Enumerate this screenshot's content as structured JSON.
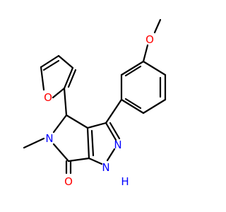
{
  "molecule": {
    "atoms": {
      "methoxy_oxygen": "O",
      "furan_oxygen": "O",
      "ring_nitrogen": "N",
      "pyrazole_nitrogen": "N",
      "pyrazole_nh": "N",
      "nh_hydrogen": "H",
      "carbonyl_oxygen": "O"
    },
    "colors": {
      "bond": "#000000",
      "oxygen": "#ff0000",
      "nitrogen": "#0000ff",
      "background": "#ffffff"
    }
  }
}
